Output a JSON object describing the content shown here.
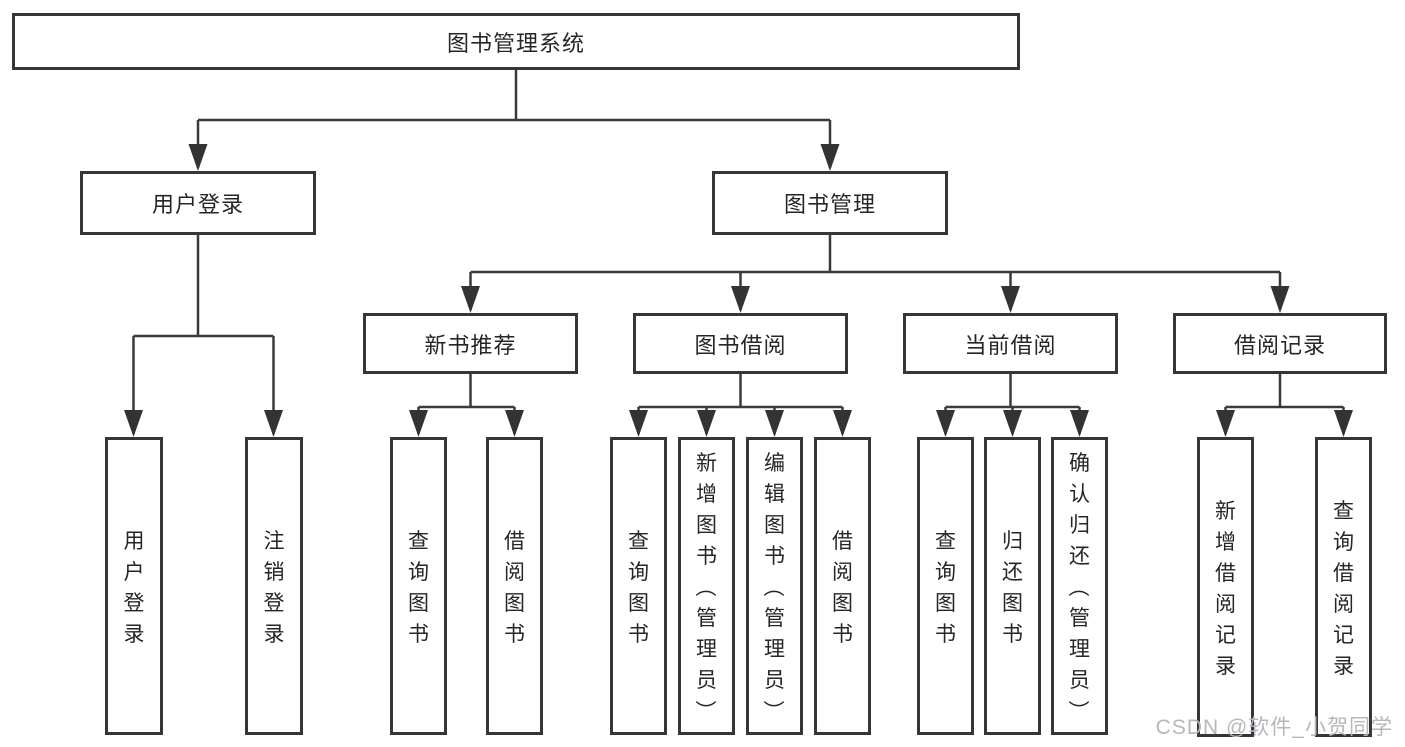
{
  "tree": {
    "label": "图书管理系统",
    "children": [
      {
        "label": "用户登录",
        "children": [
          {
            "label": "用户登录"
          },
          {
            "label": "注销登录"
          }
        ]
      },
      {
        "label": "图书管理",
        "children": [
          {
            "label": "新书推荐",
            "children": [
              {
                "label": "查询图书"
              },
              {
                "label": "借阅图书"
              }
            ]
          },
          {
            "label": "图书借阅",
            "children": [
              {
                "label": "查询图书"
              },
              {
                "label": "新增图书（管理员）"
              },
              {
                "label": "编辑图书（管理员）"
              },
              {
                "label": "借阅图书"
              }
            ]
          },
          {
            "label": "当前借阅",
            "children": [
              {
                "label": "查询图书"
              },
              {
                "label": "归还图书"
              },
              {
                "label": "确认归还（管理员）"
              }
            ]
          },
          {
            "label": "借阅记录",
            "children": [
              {
                "label": "新增借阅记录"
              },
              {
                "label": "查询借阅记录"
              }
            ]
          }
        ]
      }
    ]
  },
  "watermark": "CSDN @软件_小贺同学",
  "colors": {
    "line": "#3a3a3a",
    "arrow": "#333333",
    "border": "#363636",
    "text": "#262626",
    "watermark": "#b4b8bc"
  }
}
